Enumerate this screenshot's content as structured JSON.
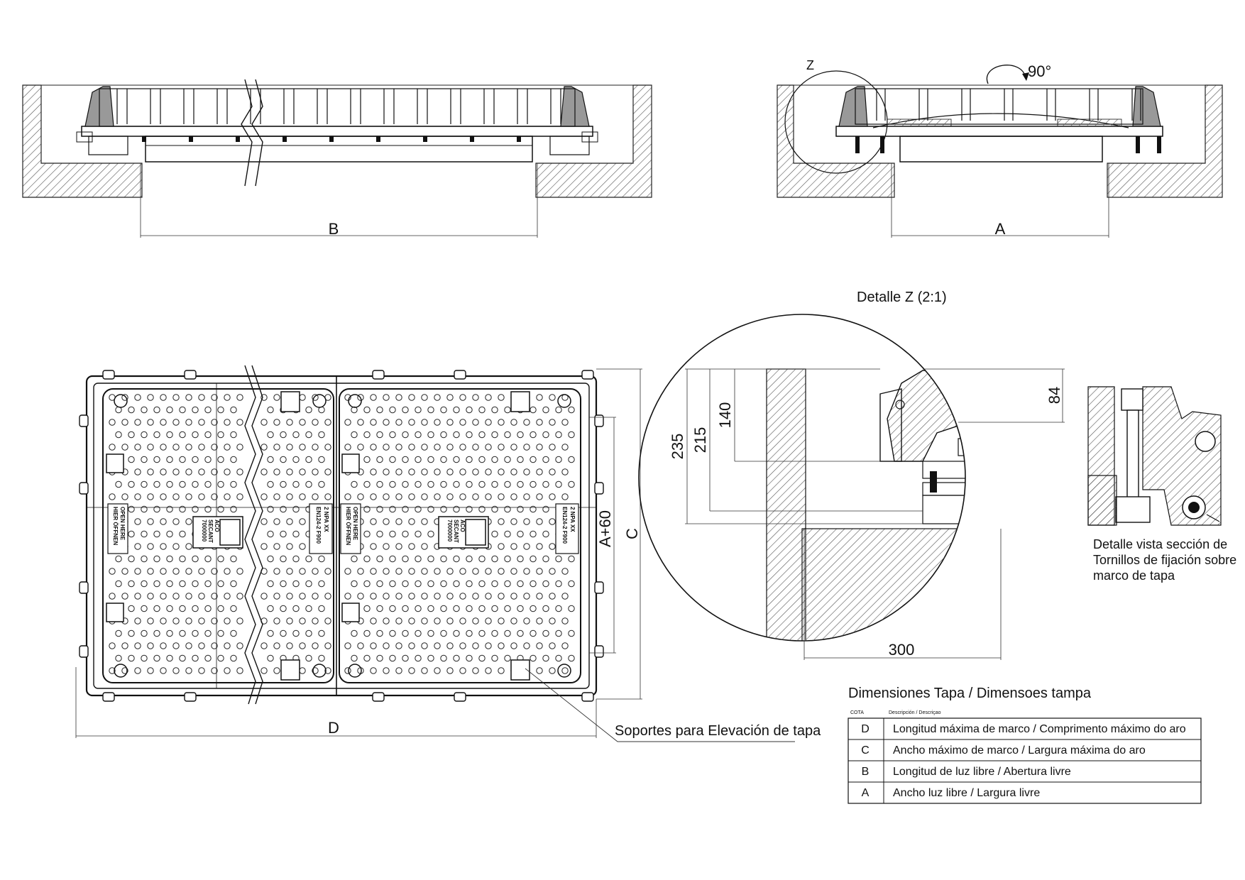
{
  "labels": {
    "dim_b": "B",
    "dim_a": "A",
    "detail_marker": "Z",
    "rotation": "90°",
    "detail_title": "Detalle Z (2:1)",
    "dim_235": "235",
    "dim_215": "215",
    "dim_140": "140",
    "dim_84": "84",
    "dim_300": "300",
    "dim_a60": "A+60",
    "dim_c": "C",
    "dim_d": "D",
    "supports_note": "Soportes para Elevación de tapa",
    "detail_section_line1": "Detalle vista sección de",
    "detail_section_line2": "Tornillos de fijación sobre",
    "detail_section_line3": "marco de tapa"
  },
  "plate_text": {
    "brand": "ACO",
    "product": "SECANT",
    "code": "7000000",
    "norm": "EN124-2 F900",
    "class": "2 NPA XX",
    "open_de": "HIER ÖFFNEN",
    "open_en": "OPEN HERE"
  },
  "table": {
    "title": "Dimensiones Tapa / Dimensoes tampa",
    "col_cota": "COTA",
    "col_desc": "Descripción / Descriçao",
    "rows": [
      {
        "cota": "D",
        "desc": "Longitud máxima de marco / Comprimento máximo do aro"
      },
      {
        "cota": "C",
        "desc": "Ancho máximo de marco / Largura máxima do aro"
      },
      {
        "cota": "B",
        "desc": "Longitud de luz libre / Abertura livre"
      },
      {
        "cota": "A",
        "desc": "Ancho luz libre / Largura livre"
      }
    ]
  }
}
